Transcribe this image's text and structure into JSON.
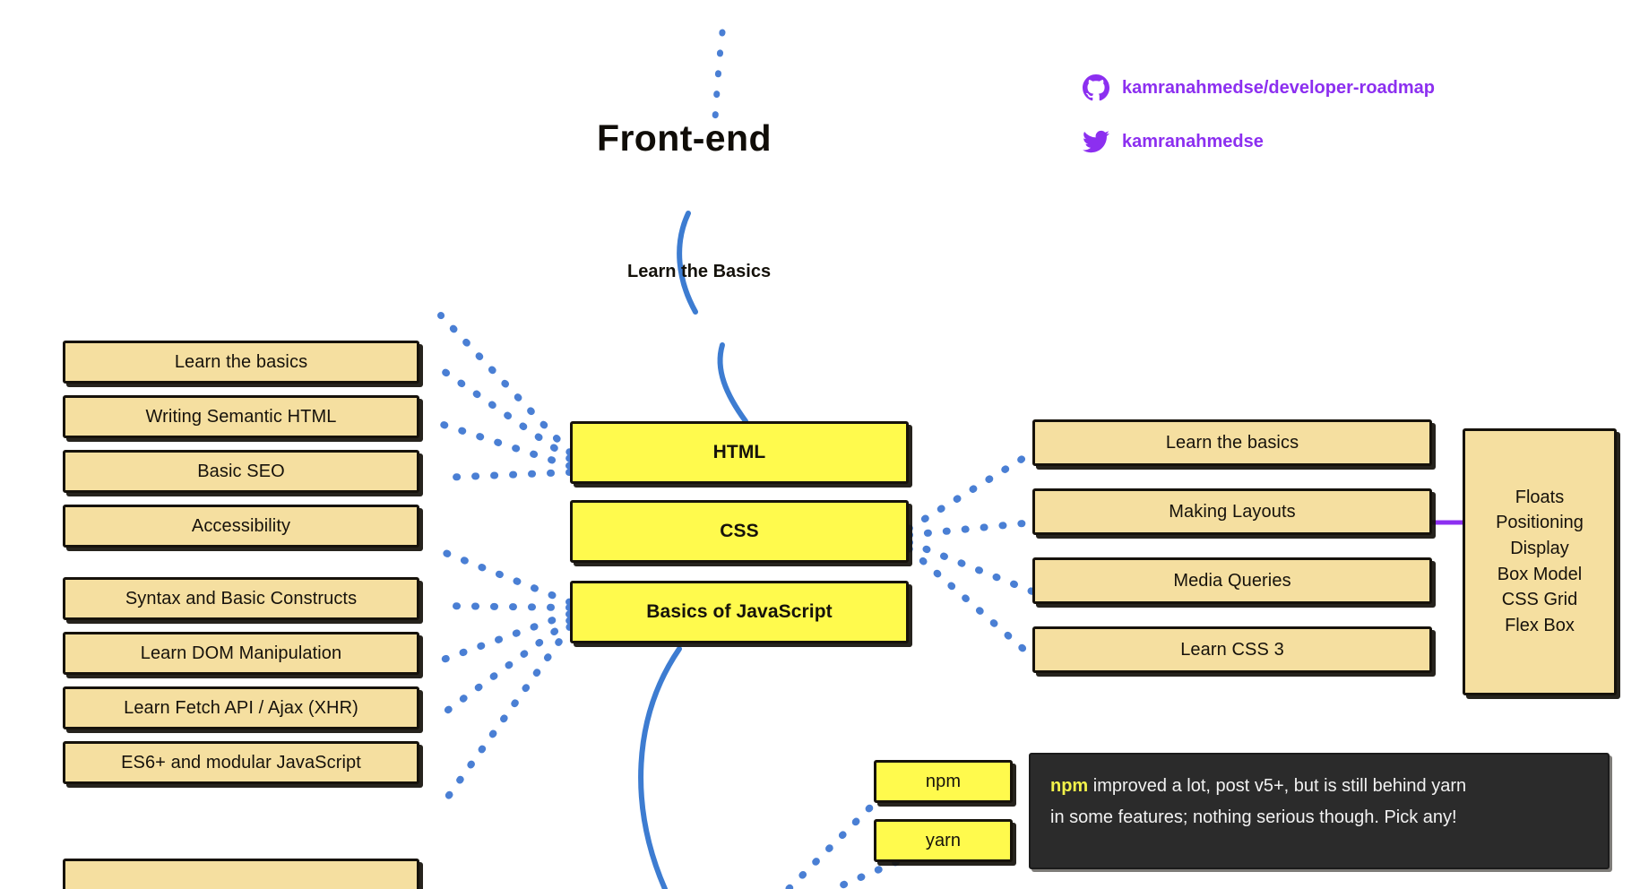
{
  "title": "Front-end",
  "subtitle": "Learn the Basics",
  "colors": {
    "yellow": "#FFFA4D",
    "tan": "#F5DFA0",
    "ink": "#16120B",
    "wire_blue": "#4A7FD4",
    "purple": "#8C2FF0",
    "note_bg": "#2B2B2B",
    "note_highlight": "#F2F24A"
  },
  "social": [
    {
      "icon": "github-icon",
      "label": "kamranahmedse/developer-roadmap"
    },
    {
      "icon": "twitter-icon",
      "label": "kamranahmedse"
    }
  ],
  "center_nodes": [
    {
      "label": "HTML"
    },
    {
      "label": "CSS"
    },
    {
      "label": "Basics of JavaScript"
    }
  ],
  "html_topics": [
    {
      "label": "Learn the basics"
    },
    {
      "label": "Writing Semantic HTML"
    },
    {
      "label": "Basic SEO"
    },
    {
      "label": "Accessibility"
    }
  ],
  "js_topics": [
    {
      "label": "Syntax and Basic Constructs"
    },
    {
      "label": "Learn DOM Manipulation"
    },
    {
      "label": "Learn Fetch API / Ajax (XHR)"
    },
    {
      "label": "ES6+ and modular JavaScript"
    },
    {
      "label": ""
    }
  ],
  "css_topics": [
    {
      "label": "Learn the basics"
    },
    {
      "label": "Making Layouts"
    },
    {
      "label": "Media Queries"
    },
    {
      "label": "Learn CSS 3"
    }
  ],
  "layout_techniques": [
    "Floats",
    "Positioning",
    "Display",
    "Box Model",
    "CSS Grid",
    "Flex Box"
  ],
  "package_managers": [
    {
      "label": "npm"
    },
    {
      "label": "yarn"
    }
  ],
  "note": {
    "highlight": "npm",
    "line1_rest": " improved a lot, post v5+, but is still behind yarn",
    "line2": "in some features; nothing serious though. Pick any!"
  }
}
